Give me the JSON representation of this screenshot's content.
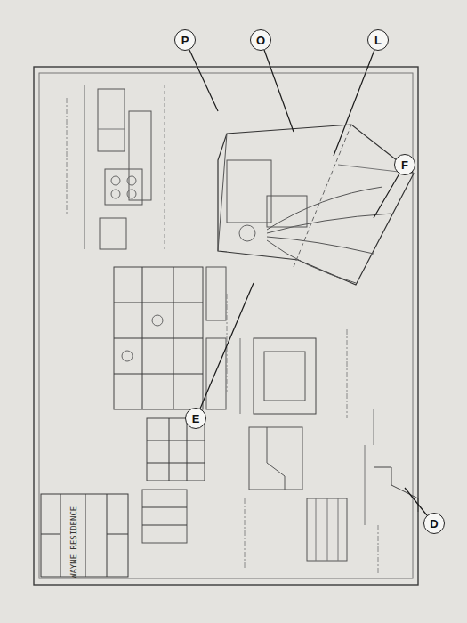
{
  "diagram": {
    "nodes": [
      {
        "text": [
          "P"
        ]
      },
      {
        "text": [
          "O"
        ]
      },
      {
        "text": [
          "L"
        ]
      },
      {
        "text": [
          "F"
        ]
      },
      {
        "text": [
          "E"
        ]
      },
      {
        "text": [
          "D"
        ]
      }
    ],
    "labels": [
      "WAYNE RESIDENCE"
    ]
  }
}
